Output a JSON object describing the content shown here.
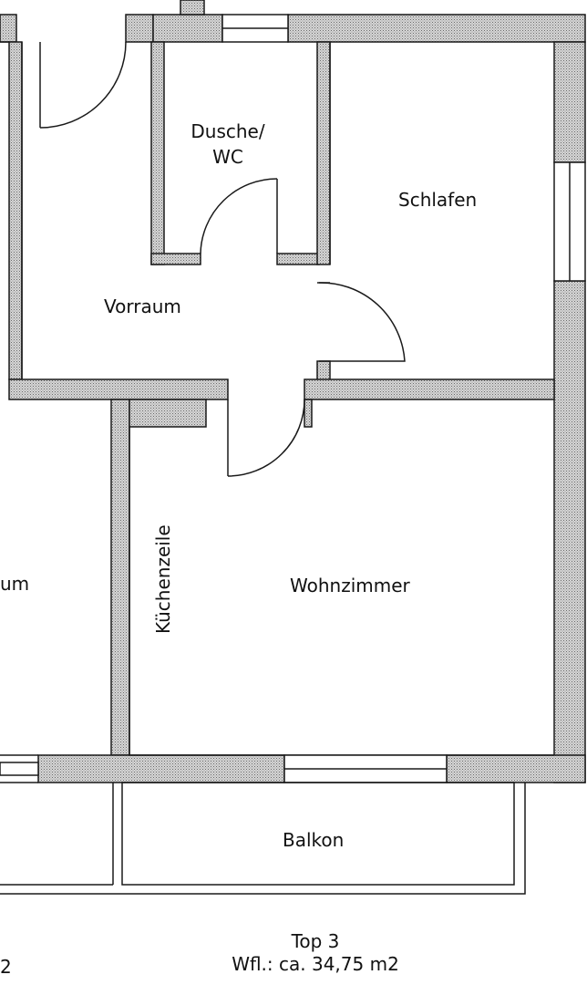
{
  "rooms": {
    "dusche_wc_line1": "Dusche/",
    "dusche_wc_line2": "WC",
    "schlafen": "Schlafen",
    "vorraum": "Vorraum",
    "wohnzimmer": "Wohnzimmer",
    "kuechenzeile": "Küchenzeile",
    "neighbor_room_fragment": "um",
    "balkon": "Balkon"
  },
  "footer": {
    "unit_name": "Top 3",
    "area": "Wfl.: ca. 34,75 m2",
    "neighbor_fragment": "2"
  },
  "colors": {
    "wall_fill": "#cfcfcf",
    "wall_dot": "#6a6a6a",
    "line": "#1a1a1a",
    "background": "#ffffff"
  }
}
